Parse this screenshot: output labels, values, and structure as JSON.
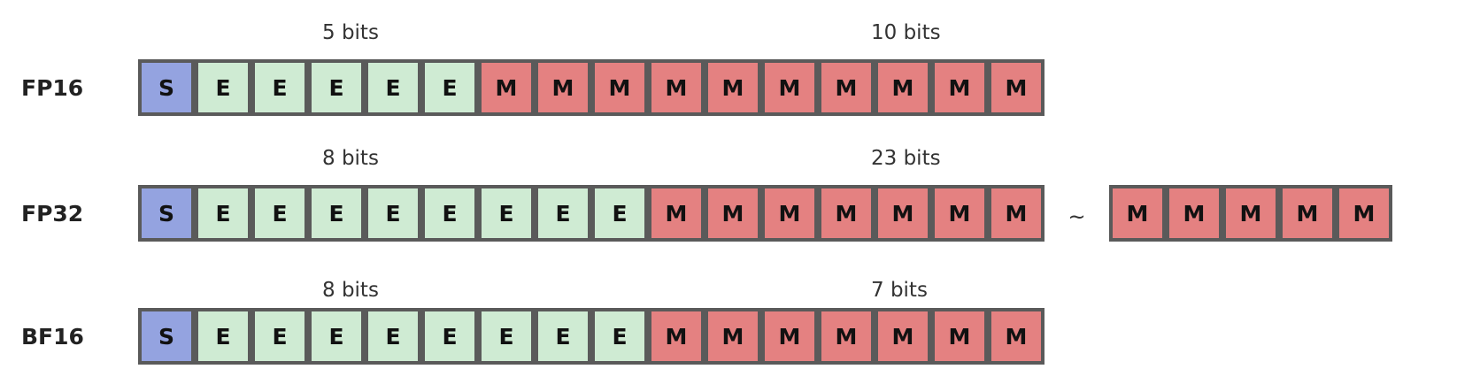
{
  "colors": {
    "sign": "#94a3e0",
    "exponent": "#cfebd3",
    "mantissa": "#e48181",
    "border": "#5a5a5a"
  },
  "formats": [
    {
      "name": "FP16",
      "exponent_label": "5 bits",
      "mantissa_label": "10 bits",
      "groups": [
        [
          "S",
          "E",
          "E",
          "E",
          "E",
          "E",
          "M",
          "M",
          "M",
          "M",
          "M",
          "M",
          "M",
          "M",
          "M",
          "M"
        ]
      ]
    },
    {
      "name": "FP32",
      "exponent_label": "8 bits",
      "mantissa_label": "23 bits",
      "gap_symbol": "~",
      "groups": [
        [
          "S",
          "E",
          "E",
          "E",
          "E",
          "E",
          "E",
          "E",
          "E",
          "M",
          "M",
          "M",
          "M",
          "M",
          "M",
          "M"
        ],
        [
          "M",
          "M",
          "M",
          "M",
          "M"
        ]
      ]
    },
    {
      "name": "BF16",
      "exponent_label": "8 bits",
      "mantissa_label": "7 bits",
      "groups": [
        [
          "S",
          "E",
          "E",
          "E",
          "E",
          "E",
          "E",
          "E",
          "E",
          "M",
          "M",
          "M",
          "M",
          "M",
          "M",
          "M"
        ]
      ]
    }
  ]
}
